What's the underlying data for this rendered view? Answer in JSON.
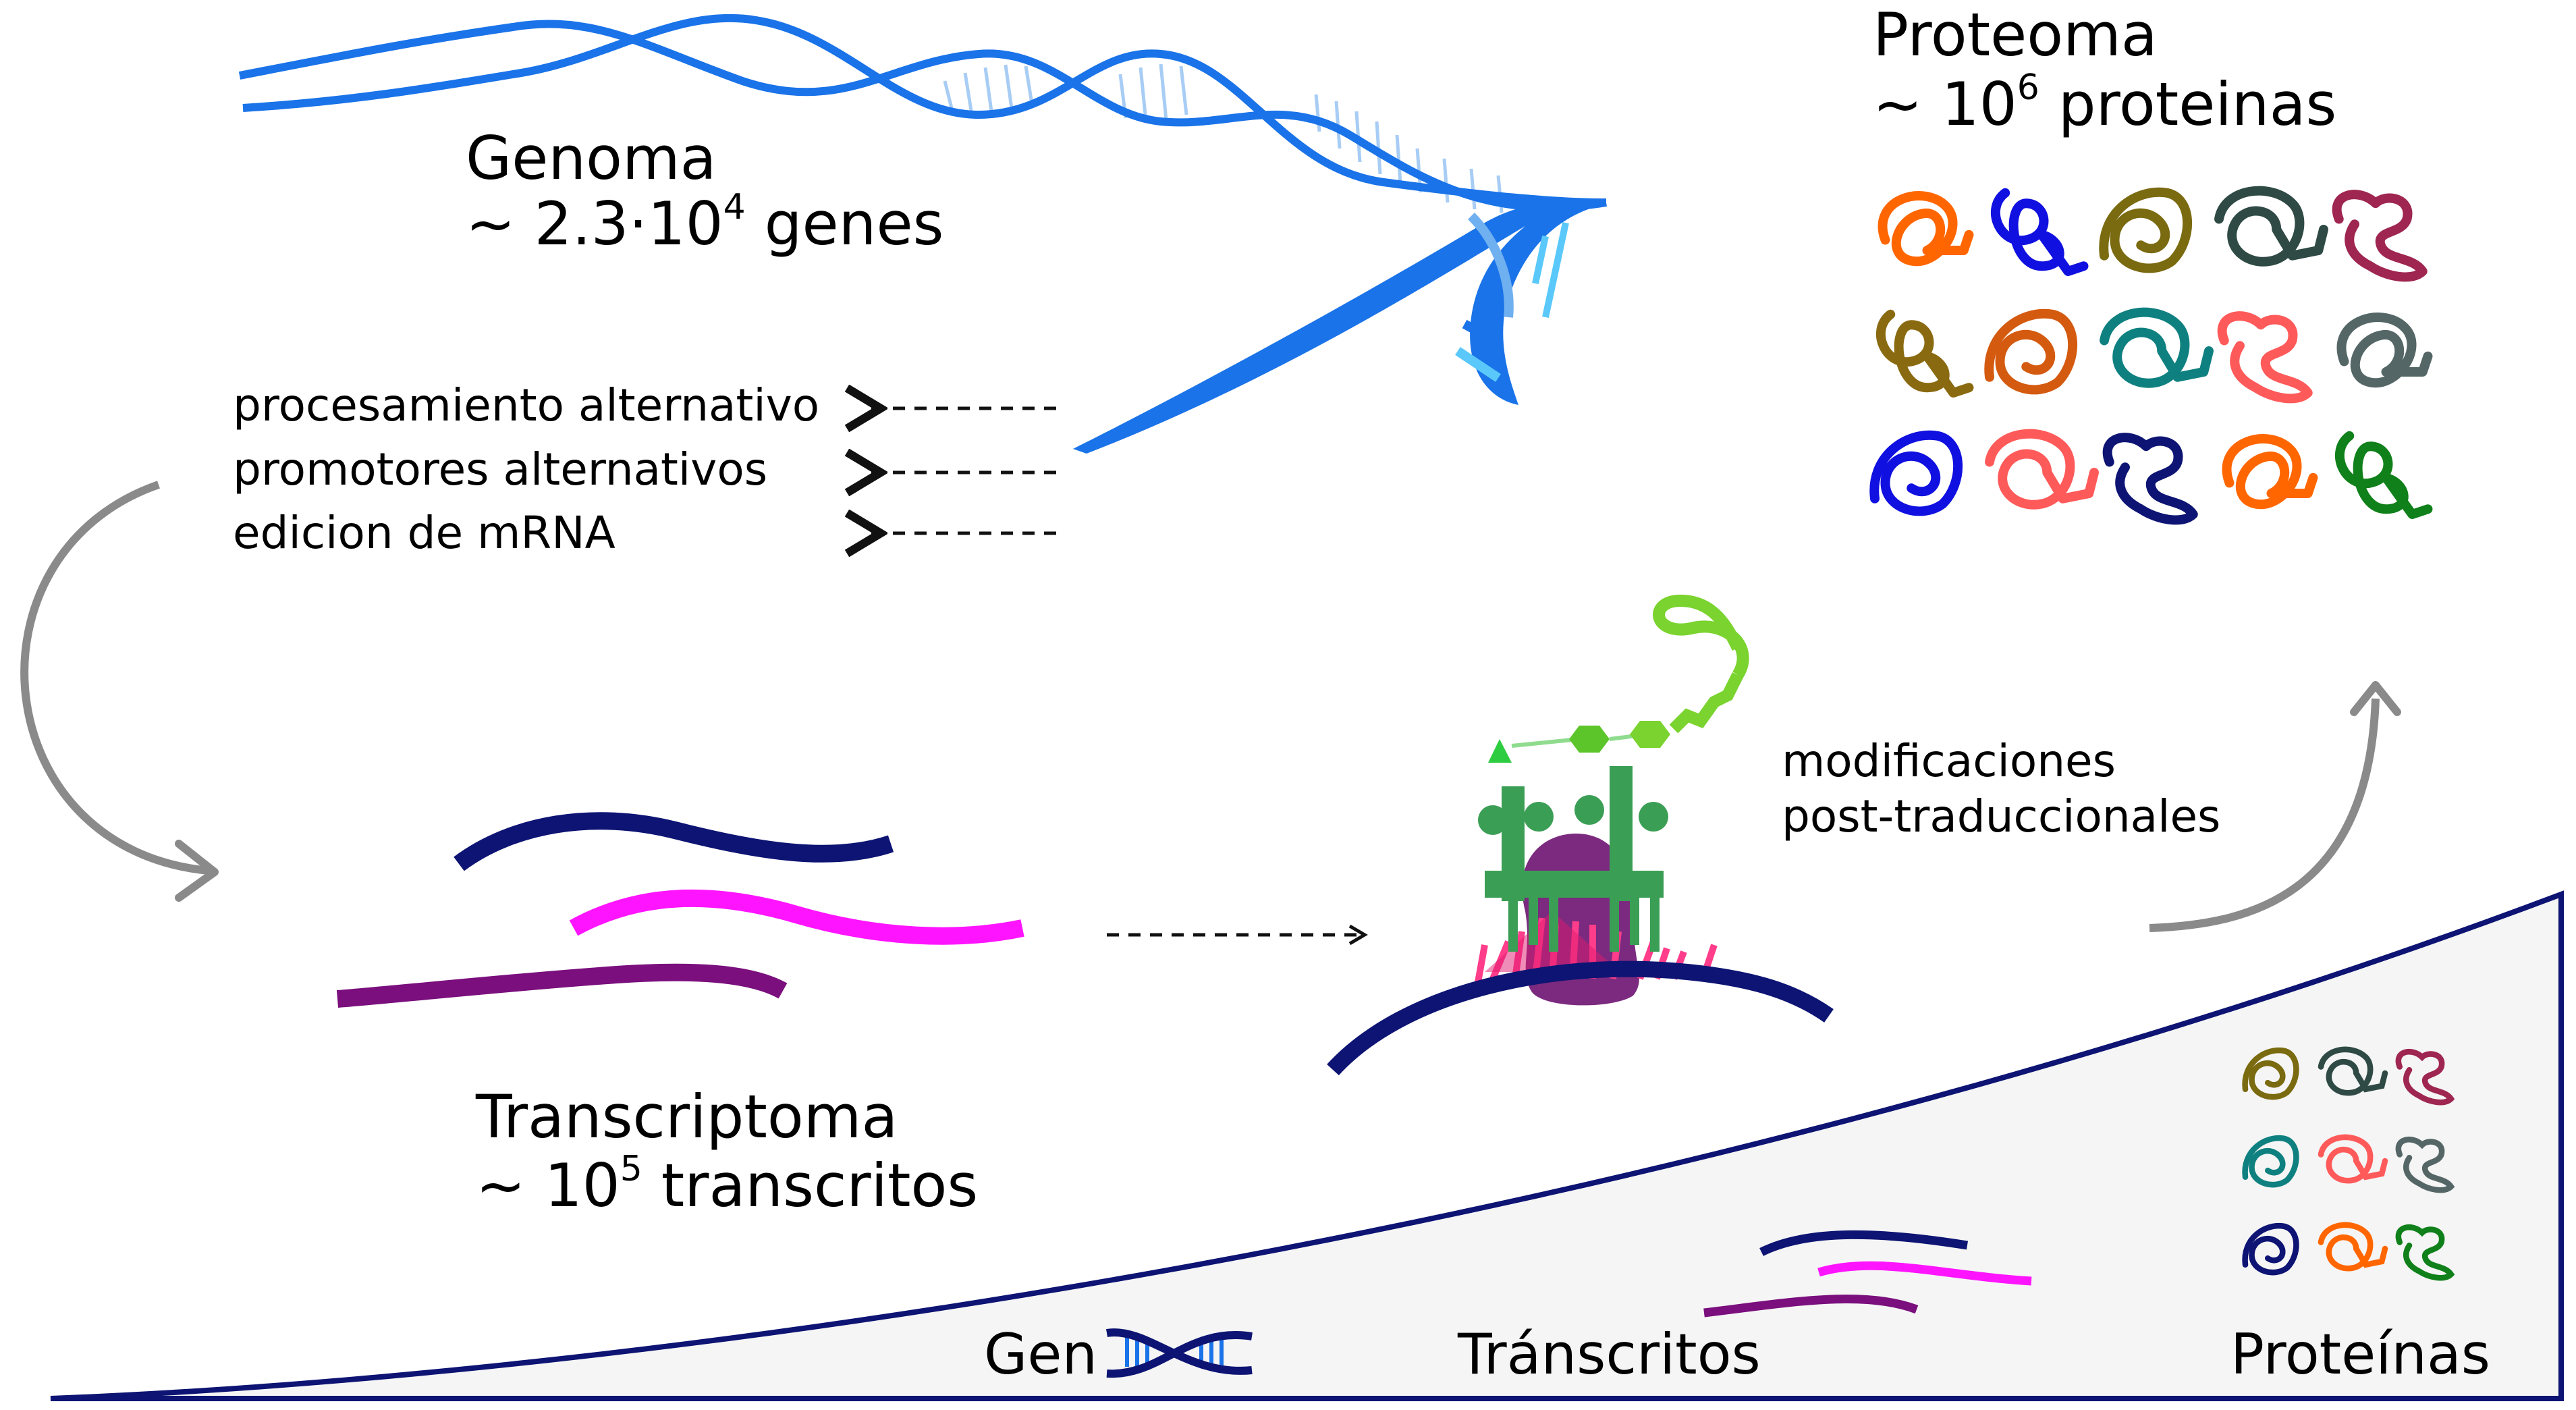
{
  "genome": {
    "title": "Genoma",
    "count_prefix": "~ 2.3·10",
    "count_exp": "4",
    "count_suffix": " genes"
  },
  "transcriptome": {
    "title": "Transcriptoma",
    "count_prefix": "~ 10",
    "count_exp": "5",
    "count_suffix": " transcritos"
  },
  "proteome": {
    "title": "Proteoma",
    "count_prefix": "~ 10",
    "count_exp": "6",
    "count_suffix": " proteinas"
  },
  "processes": [
    "procesamiento alternativo",
    "promotores alternativos",
    "edicion de mRNA"
  ],
  "ptm": [
    "modificaciones",
    "post-traduccionales"
  ],
  "scale_labels": {
    "gene": "Gen",
    "transcripts": "Tránscritos",
    "proteins": "Proteínas"
  },
  "colors": {
    "dna": "#1a73e8",
    "dna_light": "#a8cdf5",
    "mrna": [
      "#0d1473",
      "#ff14ff",
      "#7a0f7d"
    ],
    "arrow_gray": "#8a8a8a",
    "scale_line": "#0d1473",
    "scale_fill": "#f5f5f5",
    "ribosome": "#7b2a7f",
    "trna": "#3b9e55",
    "sugar": "#5cc52a",
    "proteins": [
      "#ff6600",
      "#1010e0",
      "#7a6a10",
      "#2f4a44",
      "#9e2650",
      "#8a6a10",
      "#d45a10",
      "#0f8080",
      "#ff5a5a",
      "#556666",
      "#1010e0",
      "#ff5a5a",
      "#0d1473",
      "#ff6600",
      "#10801a"
    ]
  }
}
